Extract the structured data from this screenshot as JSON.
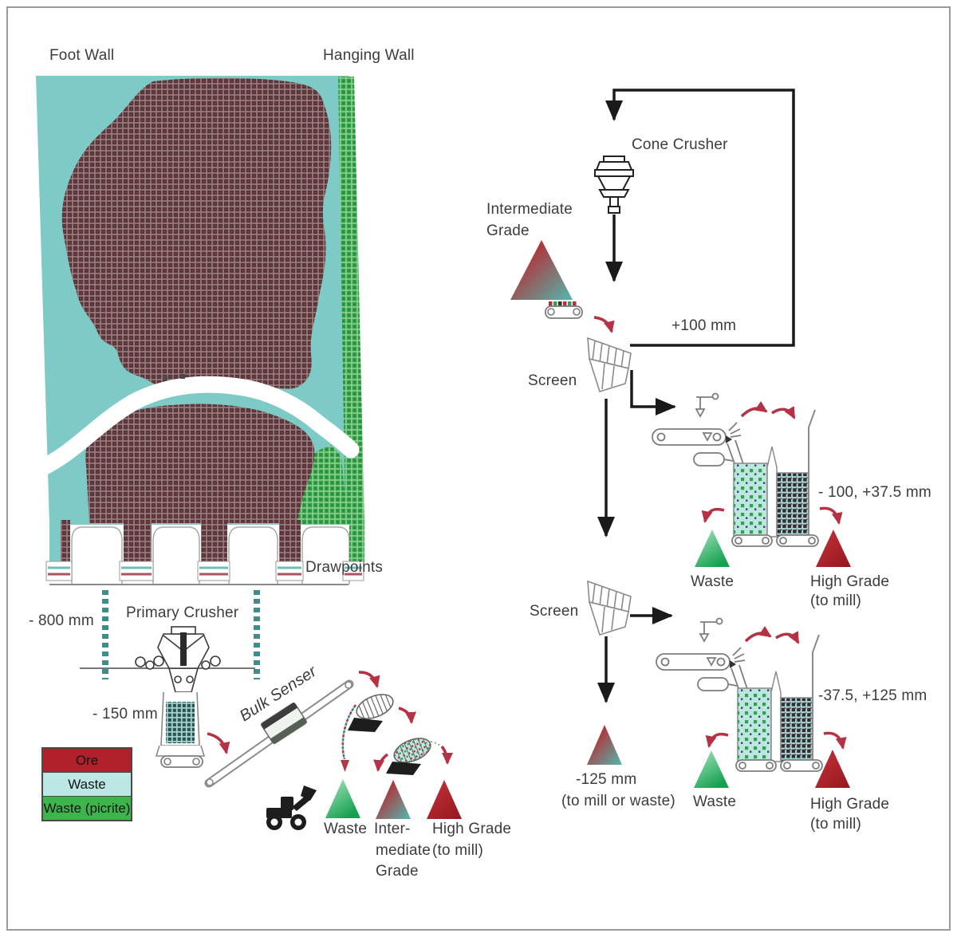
{
  "figure": {
    "description": "Block-cave mine cross-section with ore sorting flowsheet"
  },
  "labels": {
    "foot_wall": "Foot Wall",
    "hanging_wall": "Hanging Wall",
    "drawpoints": "Drawpoints",
    "minus_800": "- 800 mm",
    "primary_crusher": "Primary Crusher",
    "minus_150": "- 150 mm",
    "bulk_senser": "Bulk Senser",
    "waste_bottom": "Waste",
    "inter_line1": "Inter-",
    "inter_line2": "mediate",
    "inter_line3": "Grade",
    "high_grade_bottom_line1": "High Grade",
    "high_grade_bottom_line2": "(to mill)",
    "intermediate_grade_line1": "Intermediate",
    "intermediate_grade_line2": "Grade",
    "cone_crusher": "Cone Crusher",
    "plus_100": "+100 mm",
    "screen_1": "Screen",
    "screen_2": "Screen",
    "size_sorter1": "- 100, +37.5 mm",
    "waste_sorter1": "Waste",
    "high_grade_sorter1_line1": "High Grade",
    "high_grade_sorter1_line2": "(to mill)",
    "size_sorter2": "-37.5, +125 mm",
    "minus_125_line1": "-125 mm",
    "minus_125_line2": "(to mill or waste)",
    "waste_sorter2": "Waste",
    "high_grade_sorter2_line1": "High Grade",
    "high_grade_sorter2_line2": "(to mill)"
  },
  "legend": {
    "items": [
      {
        "label": "Ore",
        "color": "#b0212b"
      },
      {
        "label": "Waste",
        "color": "#bce7e4"
      },
      {
        "label": "Waste (picrite)",
        "color": "#3cb54a"
      }
    ]
  },
  "colors": {
    "teal_background": "#7ecac7",
    "picrite_green": "#3cb54a",
    "ore_dark": "#523a3e",
    "arrow_red": "#b53143",
    "flow_line_black": "#1a1a1a",
    "icon_outline_gray": "#848484",
    "text": "#3c3c3c",
    "waste_triangle_gradient": [
      "#a9e8c3",
      "#17a04f"
    ],
    "intermediate_triangle_gradient": [
      "#b23238",
      "#52b8b0"
    ],
    "high_grade_triangle_gradient": [
      "#cb3138",
      "#971a22"
    ]
  }
}
